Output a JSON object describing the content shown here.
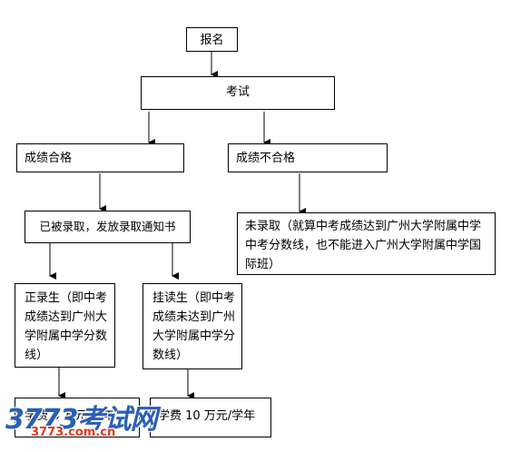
{
  "nodes": {
    "register": "报名",
    "exam": "考试",
    "pass": "成绩合格",
    "fail": "成绩不合格",
    "admitted": "已被录取，发放录取通知书",
    "not_admitted": "未录取（就算中考成绩达到广州大学附属中学中考分数线，也不能进入广州大学附属中学国际班）",
    "regular": "正录生（即中考成绩达到广州大学附属中学分数线）",
    "sponsored": "挂读生（即中考成绩未达到广州大学附属中学分数线）",
    "fee_regular": "学费 8 万元/学年",
    "fee_sponsored": "学费 10 万元/学年"
  },
  "watermark": {
    "logo": "3773考试网",
    "domain": "3773.com.cn"
  },
  "colors": {
    "line": "#000000",
    "watermark_blue": "#2b5fb3",
    "watermark_red": "#e03a1e"
  }
}
